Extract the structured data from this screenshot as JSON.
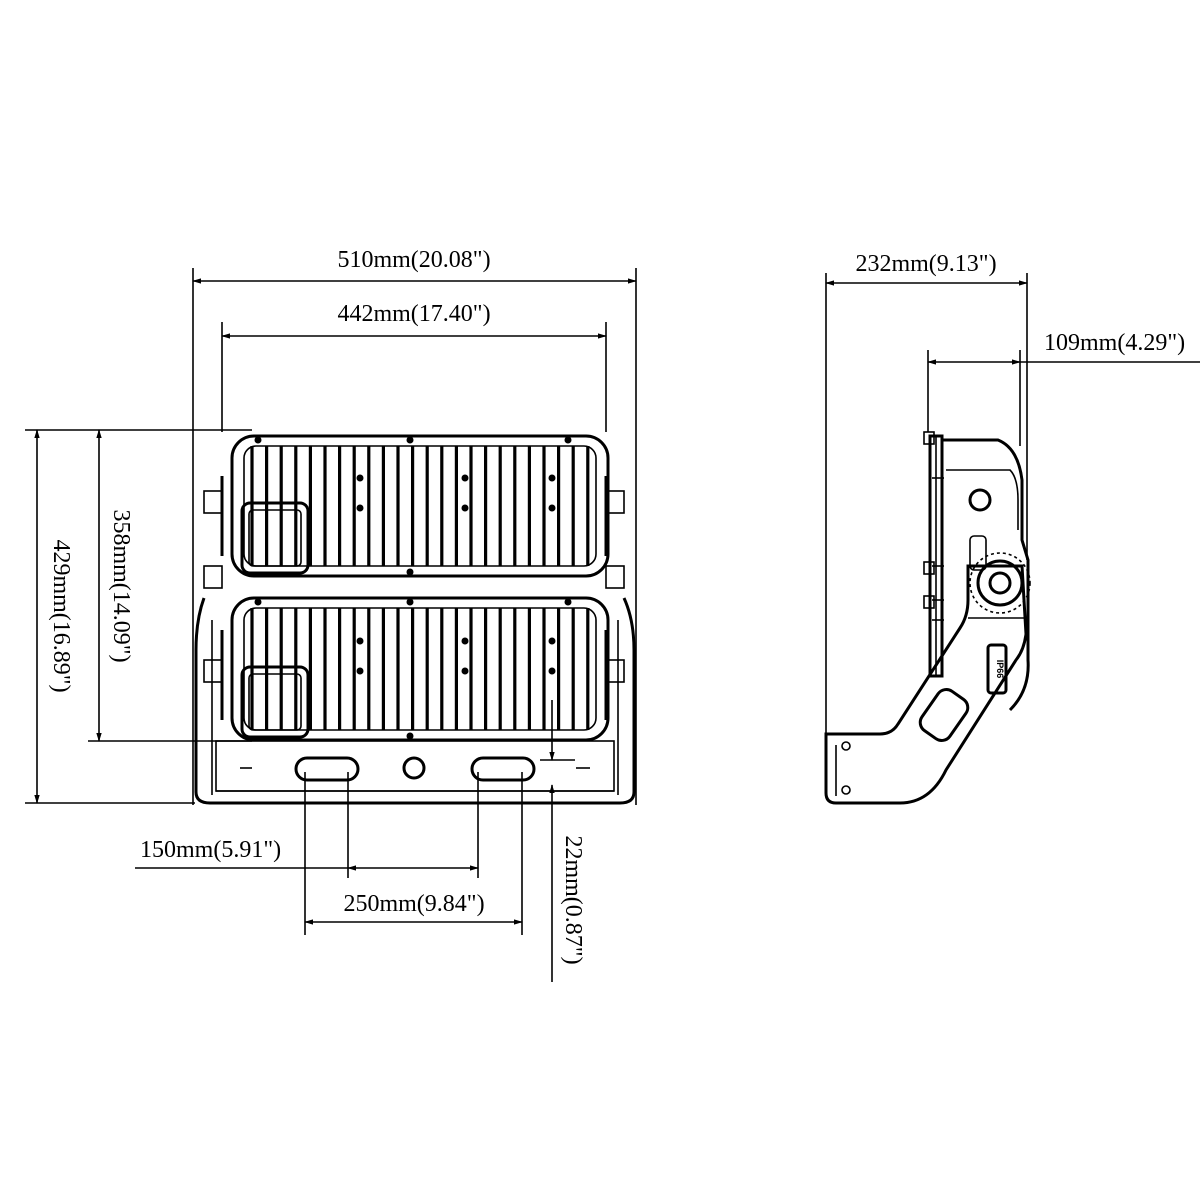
{
  "dimensions": {
    "overall_width": "510mm(20.08\")",
    "inner_width": "442mm(17.40\")",
    "overall_height": "429mm(16.89\")",
    "body_height": "358mm(14.09\")",
    "slot_spacing": "150mm(5.91\")",
    "slot_outer": "250mm(9.84\")",
    "bracket_thickness": "22mm(0.87\")",
    "side_depth": "232mm(9.13\")",
    "side_offset": "109mm(4.29\")"
  },
  "badge_text": "IP66",
  "colors": {
    "line": "#000000",
    "background": "#ffffff"
  }
}
